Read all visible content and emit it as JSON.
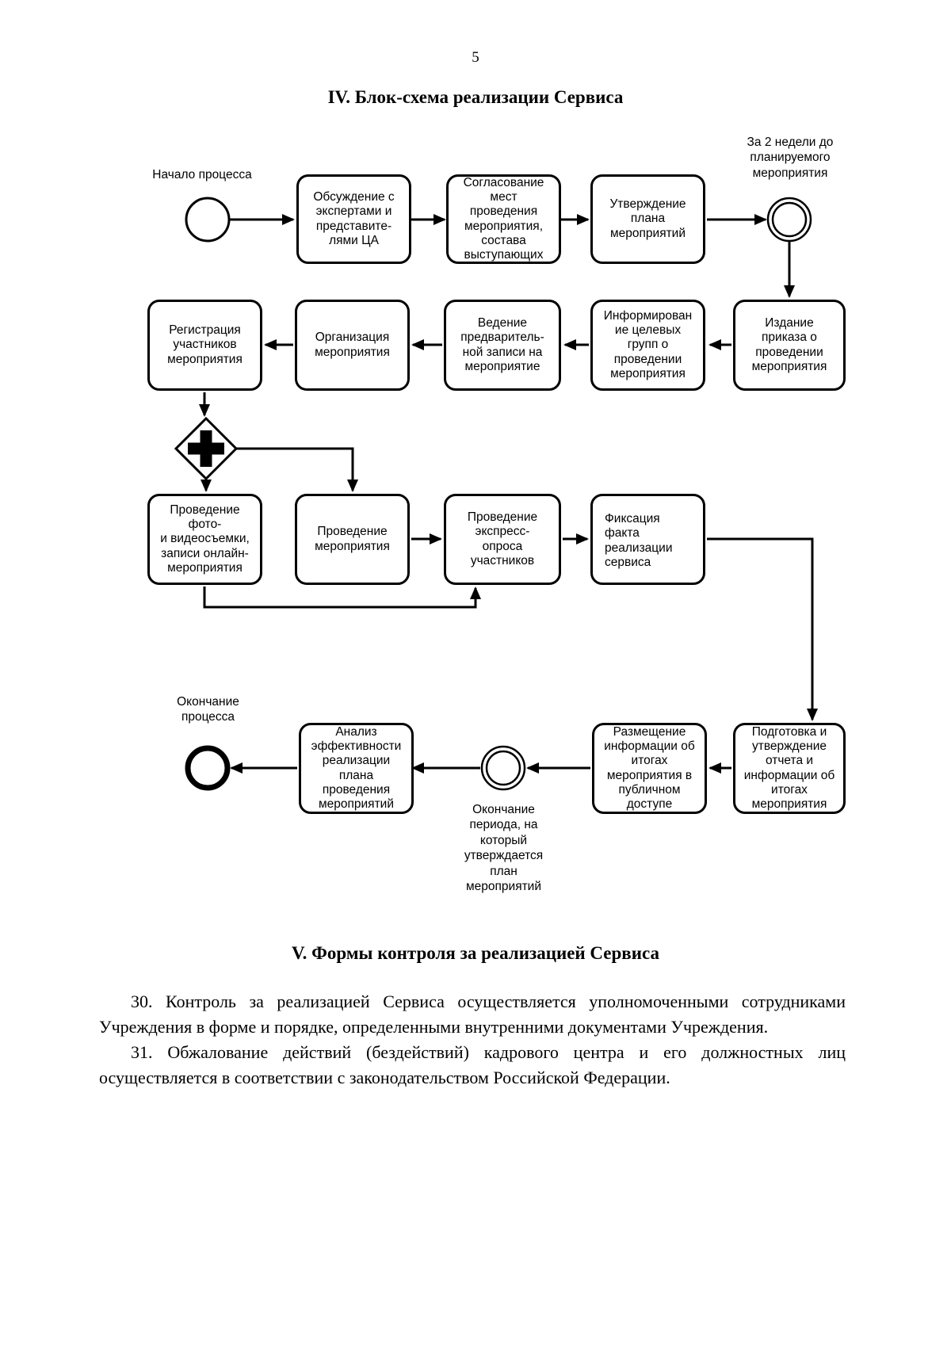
{
  "page": {
    "number": "5"
  },
  "section_iv": {
    "title": "IV. Блок-схема реализации Сервиса"
  },
  "flowchart": {
    "labels": {
      "start": "Начало процесса",
      "event1": "За 2 недели до\nпланируемого\nмероприятия",
      "end": "Окончание\nпроцесса",
      "event2": "Окончание\nпериода, на\nкоторый\nутверждается\nплан\nмероприятий"
    },
    "nodes": {
      "discussion": "Обсуждение с\nэкспертами и\nпредставите-\nлями ЦА",
      "approval_places": "Согласование\nмест\nпроведения\nмероприятия,\nсостава\nвыступающих",
      "plan_approval": "Утверждение\nплана\nмероприятий",
      "order_issue": "Издание\nприказа о\nпроведении\nмероприятия",
      "informing": "Информирован\nие целевых\nгрупп о\nпроведении\nмероприятия",
      "preliminary_registration": "Ведение\nпредваритель-\nной записи на\nмероприятие",
      "organization": "Организация\nмероприятия",
      "registration": "Регистрация\nучастников\nмероприятия",
      "photo_video": "Проведение\nфото-\nи видеосъемки,\nзаписи онлайн-\nмероприятия",
      "event_holding": "Проведение\nмероприятия",
      "express_survey": "Проведение\nэкспресс-\nопроса\nучастников",
      "fact_fixation": "Фиксация факта\nреализации\nсервиса",
      "report_preparation": "Подготовка и\nутверждение\nотчета и\nинформации об\nитогах\nмероприятия",
      "publishing": "Размещение\nинформации об\nитогах\nмероприятия в\nпубличном\nдоступе",
      "analysis": "Анализ\nэффективности\nреализации\nплана\nпроведения\nмероприятий"
    }
  },
  "section_v": {
    "title": "V. Формы контроля за реализацией Сервиса"
  },
  "paragraphs": {
    "p30": "30. Контроль за реализацией Сервиса осуществляется уполномоченными сотрудниками Учреждения в форме и порядке, определенными внутренними документами Учреждения.",
    "p31": "31. Обжалование действий (бездействий) кадрового центра и его должностных лиц осуществляется в соответствии с законодательством Российской Федерации."
  }
}
